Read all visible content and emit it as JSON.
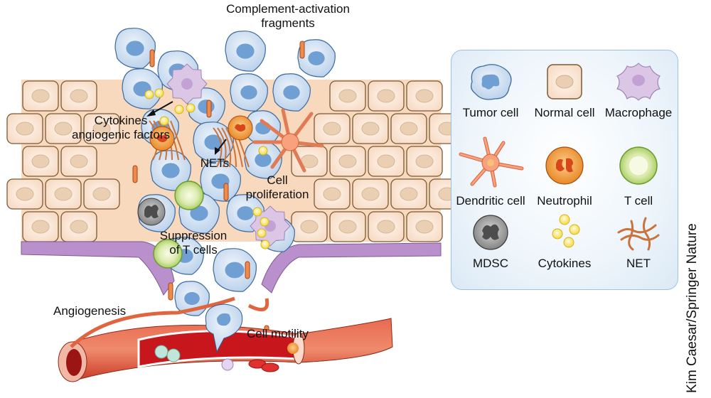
{
  "figure": {
    "title": "Tumor microenvironment: complement activation and immune cell interactions",
    "labels": {
      "complement": [
        "Complement-activation",
        "fragments"
      ],
      "cytokines": [
        "Cytokines",
        "angiogenic factors"
      ],
      "nets": "NETs",
      "proliferation": [
        "Cell",
        "proliferation"
      ],
      "suppression": [
        "Suppression",
        "of T cells"
      ],
      "angiogenesis": "Angiogenesis",
      "motility": "Cell motility"
    },
    "credit": "Kim Caesar/Springer Nature"
  },
  "legend": {
    "items": [
      {
        "label": "Tumor cell",
        "icon": "tumor-cell-icon"
      },
      {
        "label": "Normal cell",
        "icon": "normal-cell-icon"
      },
      {
        "label": "Macrophage",
        "icon": "macrophage-icon"
      },
      {
        "label": "Dendritic cell",
        "icon": "dendritic-cell-icon"
      },
      {
        "label": "Neutrophil",
        "icon": "neutrophil-icon"
      },
      {
        "label": "T cell",
        "icon": "t-cell-icon"
      },
      {
        "label": "MDSC",
        "icon": "mdsc-icon"
      },
      {
        "label": "Cytokines",
        "icon": "cytokines-icon"
      },
      {
        "label": "NET",
        "icon": "net-icon"
      }
    ]
  },
  "colors": {
    "tumor_fill": "#cfe0f2",
    "tumor_nucleus": "#6f9fd3",
    "normal_fill": "#fbe3cf",
    "normal_border": "#7a5a33",
    "macrophage": "#d9c3e3",
    "neutrophil": "#ee8b2f",
    "t_cell": "#c9e28a",
    "mdsc": "#8a8a8a",
    "cytokine": "#f7df5a",
    "net": "#c9733d",
    "membrane": "#b78fc7",
    "vessel": "#d9402b",
    "legend_border": "#9fc3dc"
  }
}
